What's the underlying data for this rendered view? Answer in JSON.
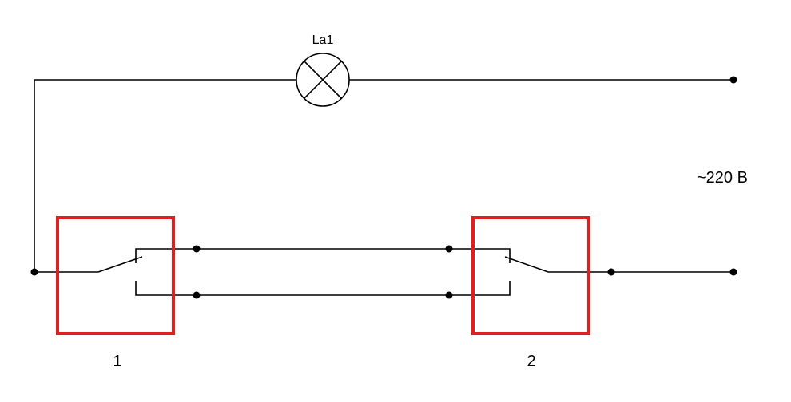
{
  "lamp": {
    "label": "La1"
  },
  "supply": {
    "label": "~220 В"
  },
  "switches": [
    {
      "label": "1"
    },
    {
      "label": "2"
    }
  ],
  "colors": {
    "wire": "#000000",
    "switch_box": "#e02020",
    "background": "#ffffff"
  }
}
